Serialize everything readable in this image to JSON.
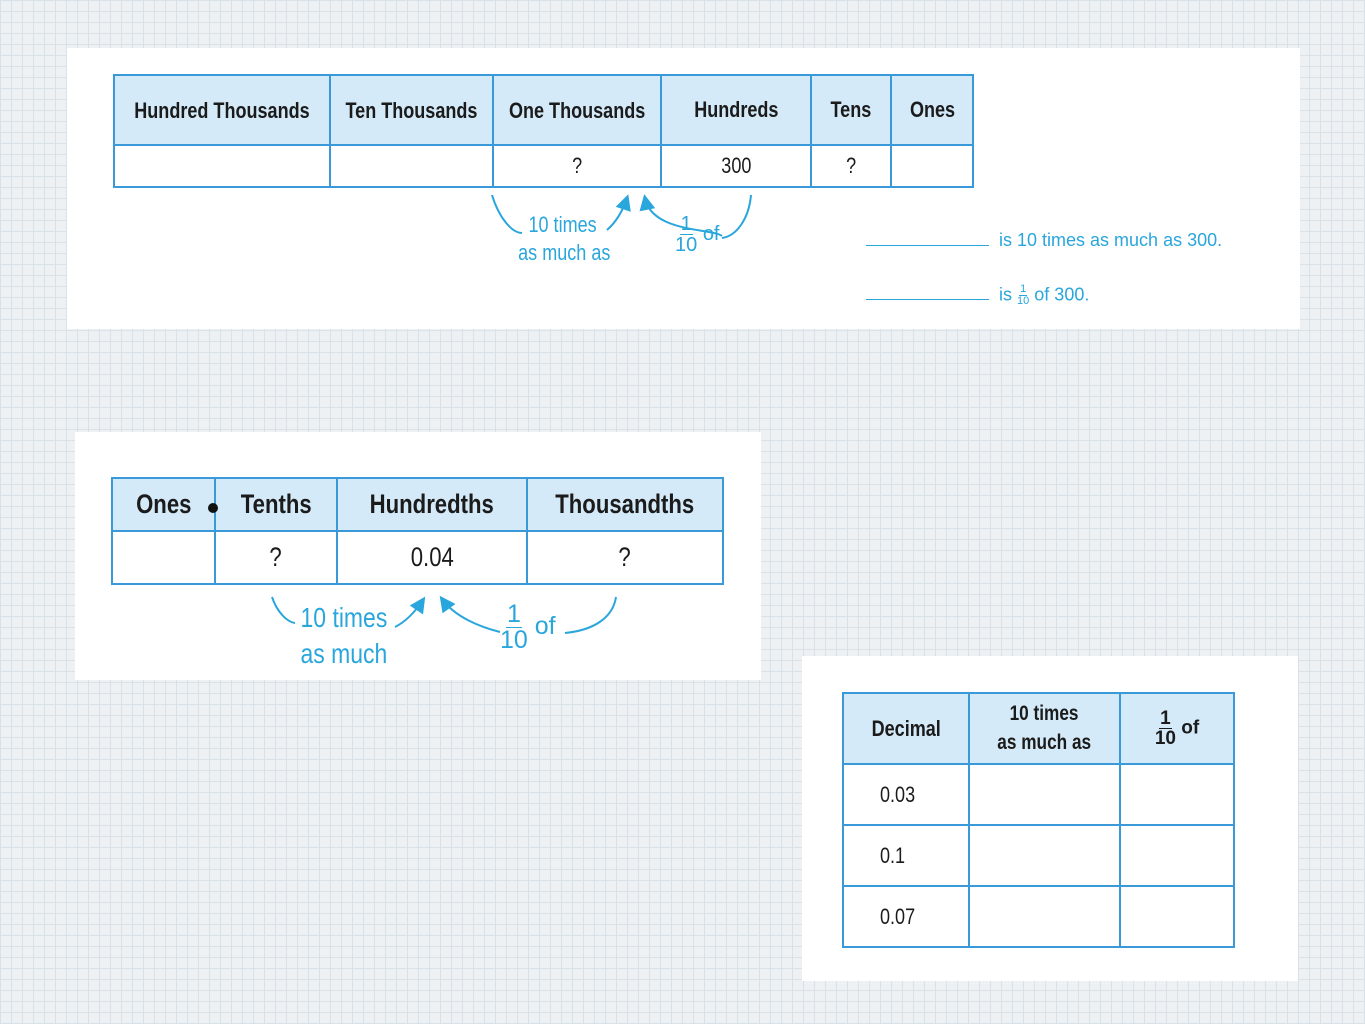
{
  "panel1": {
    "headers": [
      "Hundred Thousands",
      "Ten Thousands",
      "One Thousands",
      "Hundreds",
      "Tens",
      "Ones"
    ],
    "values": [
      "",
      "",
      "?",
      "300",
      "?",
      ""
    ],
    "arrow_left_line1": "10 times",
    "arrow_left_line2": "as much as",
    "arrow_right_num": "1",
    "arrow_right_den": "10",
    "arrow_right_of": "of",
    "statement1": "is 10 times as much as 300.",
    "statement2_pre": "is",
    "statement2_num": "1",
    "statement2_den": "10",
    "statement2_post": "of 300."
  },
  "panel2": {
    "headers": [
      "Ones",
      "Tenths",
      "Hundredths",
      "Thousandths"
    ],
    "values": [
      "",
      "?",
      "0.04",
      "?"
    ],
    "arrow_left_line1": "10 times",
    "arrow_left_line2": "as much",
    "arrow_right_num": "1",
    "arrow_right_den": "10",
    "arrow_right_of": "of"
  },
  "panel3": {
    "header_decimal": "Decimal",
    "header_times_line1": "10 times",
    "header_times_line2": "as much as",
    "header_frac_num": "1",
    "header_frac_den": "10",
    "header_frac_of": "of",
    "rows": [
      {
        "decimal": "0.03",
        "times": "",
        "tenth": ""
      },
      {
        "decimal": "0.1",
        "times": "",
        "tenth": ""
      },
      {
        "decimal": "0.07",
        "times": "",
        "tenth": ""
      }
    ]
  },
  "colors": {
    "accent": "#29a6dc",
    "header_fill": "#d4eaf8",
    "border": "#3a9ad9"
  }
}
